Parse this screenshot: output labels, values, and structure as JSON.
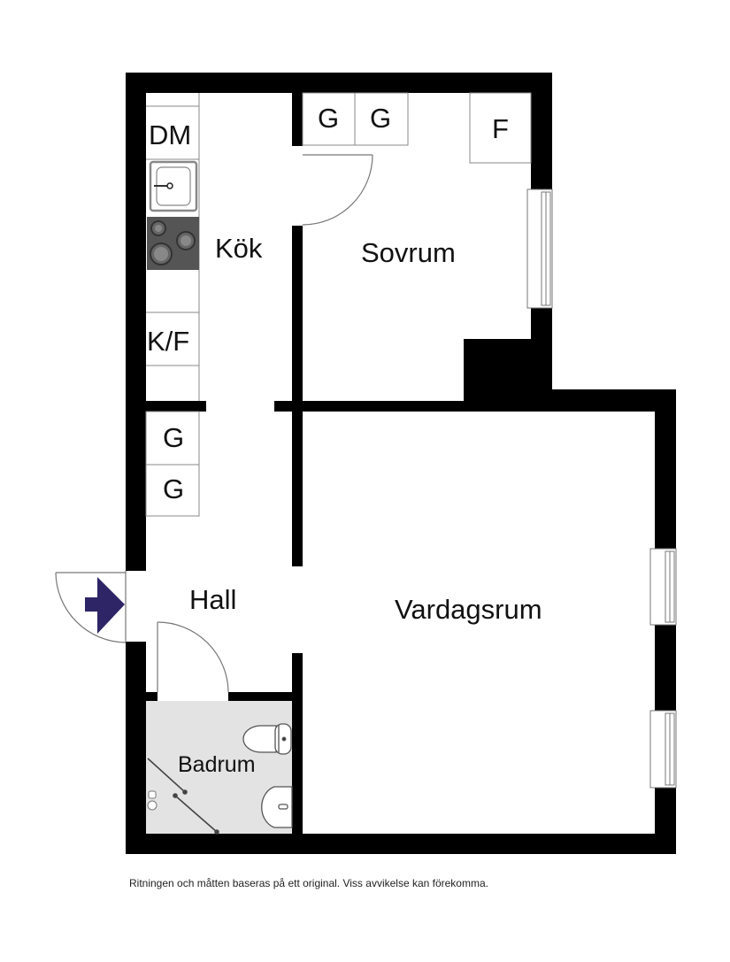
{
  "floorplan": {
    "rooms": {
      "kok": "Kök",
      "sovrum": "Sovrum",
      "hall": "Hall",
      "vardagsrum": "Vardagsrum",
      "badrum": "Badrum"
    },
    "fixtures": {
      "dishwasher": "DM",
      "fridge_freezer": "K/F",
      "wardrobe_1": "G",
      "wardrobe_2": "G",
      "wardrobe_3": "G",
      "wardrobe_4": "G",
      "linen_closet": "F"
    },
    "icons": {
      "entrance": "entrance-arrow-icon",
      "sink": "kitchen-sink-icon",
      "stove": "stove-icon",
      "toilet": "toilet-icon",
      "washbasin": "washbasin-icon",
      "shower": "shower-icon"
    },
    "colors": {
      "wall": "#000000",
      "entrance_arrow": "#2e2567",
      "bathroom_floor": "#e3e3e3",
      "stove": "#555555"
    }
  },
  "footer": {
    "disclaimer": "Ritningen och måtten baseras på ett original. Viss avvikelse kan förekomma."
  }
}
